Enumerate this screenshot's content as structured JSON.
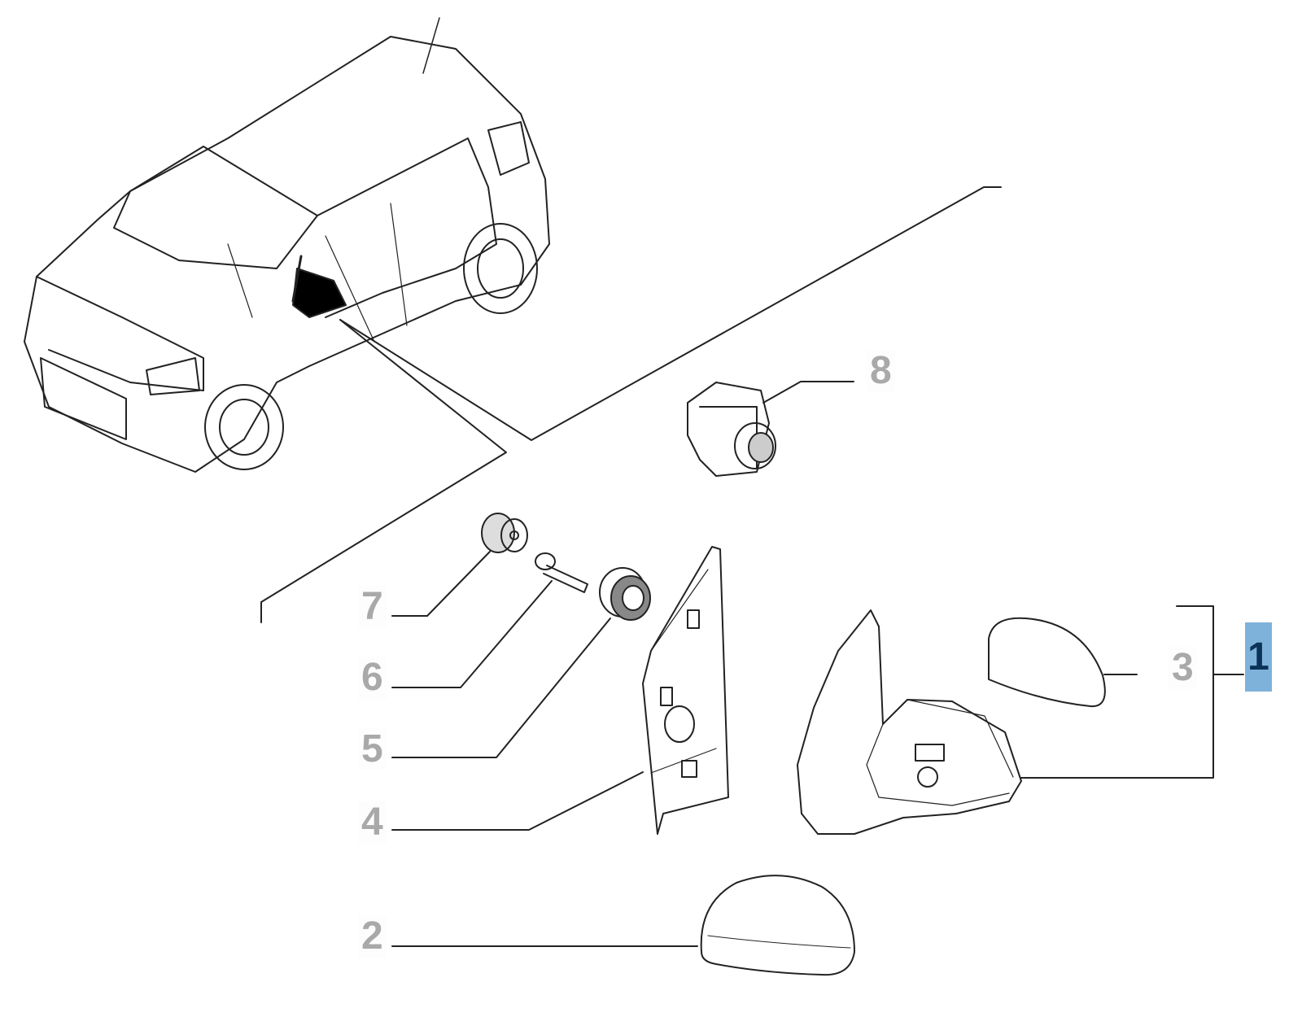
{
  "diagram": {
    "callouts": [
      {
        "number": "1",
        "part": "mirror-assembly",
        "highlighted": true
      },
      {
        "number": "2",
        "part": "mirror-cover"
      },
      {
        "number": "3",
        "part": "mirror-glass"
      },
      {
        "number": "4",
        "part": "mirror-trim-panel"
      },
      {
        "number": "5",
        "part": "knob-bezel"
      },
      {
        "number": "6",
        "part": "screw"
      },
      {
        "number": "7",
        "part": "knob"
      },
      {
        "number": "8",
        "part": "mirror-adjust-switch"
      }
    ],
    "colors": {
      "highlight_bg": "#7fb2da",
      "highlight_text": "#0b3358",
      "callout_text": "#a9a9a9",
      "lines": "#000000"
    }
  }
}
